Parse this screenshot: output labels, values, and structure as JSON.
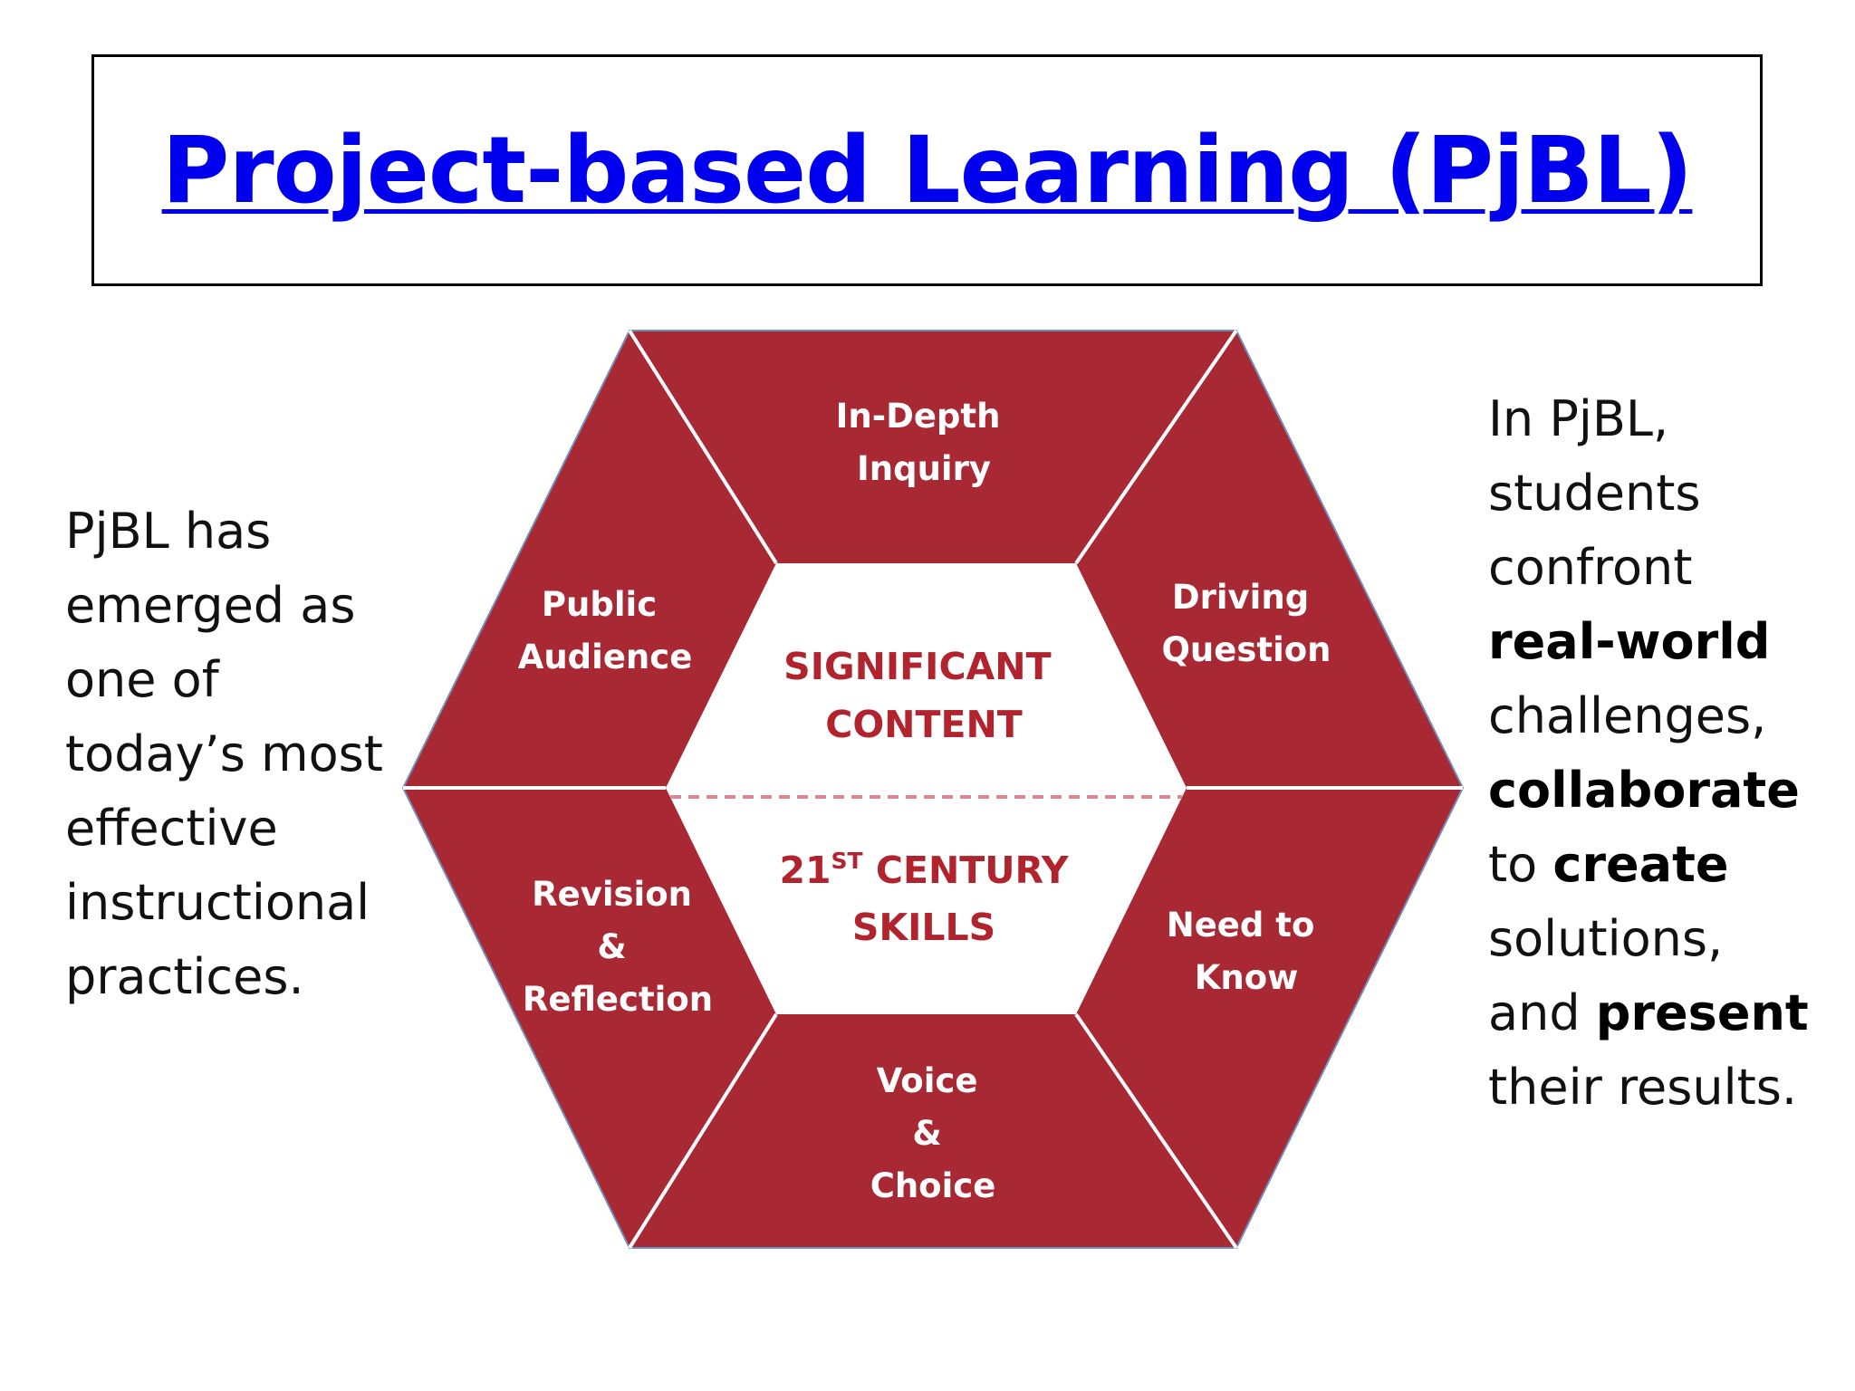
{
  "title": "Project-based Learning (PjBL)",
  "colors": {
    "title_link": "#0000ee",
    "hexagon_fill": "#a82834",
    "core_text": "#b1242e",
    "segment_text": "#ffffff",
    "divider": "#d98a90"
  },
  "left_text": {
    "lines": [
      "PjBL has",
      "emerged as",
      "one of",
      "today’s most",
      "effective",
      "instructional",
      "practices."
    ]
  },
  "right_text": {
    "line1": "In PjBL,",
    "line2": "students",
    "line3": "confront",
    "line4_bold": "real-world",
    "line5": "challenges,",
    "line6_bold": "collaborate",
    "line7_pre": "to ",
    "line7_bold": "create",
    "line8": "solutions,",
    "line9_pre": "and ",
    "line9_bold": "present",
    "line10": "their results."
  },
  "diagram": {
    "segments": {
      "top": [
        "In-Depth",
        "Inquiry"
      ],
      "upper_left": [
        "Public",
        "Audience"
      ],
      "upper_right": [
        "Driving",
        "Question"
      ],
      "lower_left": [
        "Revision",
        "&",
        "Reflection"
      ],
      "lower_right": [
        "Need to",
        "Know"
      ],
      "bottom": [
        "Voice",
        "&",
        "Choice"
      ]
    },
    "core": {
      "upper": [
        "SIGNIFICANT",
        "CONTENT"
      ],
      "lower_prefix": "21",
      "lower_superscript": "ST",
      "lower_rest": " CENTURY",
      "lower_line2": "SKILLS"
    }
  }
}
